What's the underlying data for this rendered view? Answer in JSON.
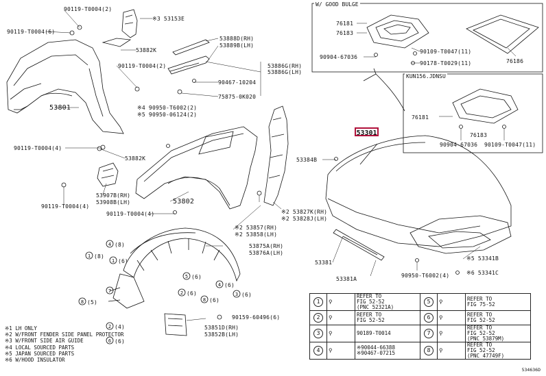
{
  "labels": {
    "l_90119_t0004_2": "90119-T0004(2)",
    "l_90119_t0004_6": "90119-T0004(6)",
    "l_53153e": "※3 53153E",
    "l_53882k_top": "53882K",
    "l_90119_t0004_2b": "90119-T0004(2)",
    "l_53801": "53801",
    "l_53888d": "53888D(RH)",
    "l_53889b": "53889B(LH)",
    "l_53886g_rh": "53886G(RH)",
    "l_53886g_lh": "53886G(LH)",
    "l_90467": "90467-10204",
    "l_75875": "75875-0K020",
    "l_4_90950": "※4 90950-T6002(2)",
    "l_5_90950": "※5 90950-06124(2)",
    "l_90119_t0004_4": "90119-T0004(4)",
    "l_53882k_mid": "53882K",
    "l_53907b": "53907B(RH)",
    "l_53908b": "53908B(LH)",
    "l_90119_t0004_4b": "90119-T0004(4)",
    "l_53802": "53802",
    "l_90119_t0004_4c": "90119-T0004(4)",
    "l_53384b": "53384B",
    "l_53827k": "※2 53827K(RH)",
    "l_53828j": "※2 53828J(LH)",
    "l_53857": "※2 53857(RH)",
    "l_53858": "※2 53858(LH)",
    "l_53875a": "53875A(RH)",
    "l_53876a": "53876A(LH)",
    "l_90159": "90159-60496(6)",
    "l_53851d": "53851D(RH)",
    "l_53852b": "53852B(LH)",
    "l_53381": "53381",
    "l_53381a": "53381A",
    "l_90950_t6002": "90950-T6002(4)",
    "l_53341b": "※5 53341B",
    "l_53341c": "※6 53341C",
    "l_76183_top": "76183",
    "l_76181_top": "76181",
    "l_90904_top": "90904-67036",
    "l_90109_top": "90109-T0047(11)",
    "l_90178": "90178-T0029(11)",
    "l_76186": "76186",
    "l_76181_mid": "76181",
    "l_76183_mid": "76183",
    "l_90904_mid": "90904-67036",
    "l_90109_mid": "90109-T0047(11)",
    "l_c4_8": "(8)",
    "l_c1_8": "(8)",
    "l_c5_6": "(6)",
    "l_c4_6": "(6)",
    "l_c2_6": "(6)",
    "l_c8_5": "(5)",
    "l_c3_6": "(6)",
    "l_c2_4": "(4)",
    "l_c2_6b": "(6)",
    "l_c1_6": "(6)",
    "l_c8_6": "(6)"
  },
  "main_part": "53301",
  "variants": {
    "wood_bulge": "W/ GOOD BULGE",
    "kun156": "KUN156.JDNSU"
  },
  "notes": [
    "※1 LH ONLY",
    "※2 W/FRONT FENDER SIDE PANEL PROTECTOR",
    "※3 W/FRONT SIDE AIR GUIDE",
    "※4 LOCAL SOURCED PARTS",
    "※5 JAPAN SOURCED PARTS",
    "※6 W/HOOD INSULATOR"
  ],
  "ref_table": {
    "left": [
      {
        "num": "1",
        "line1": "REFER TO",
        "line2": "FIG 52-52",
        "line3": "(PNC 52321A)"
      },
      {
        "num": "2",
        "line1": "REFER TO",
        "line2": "FIG 52-52",
        "line3": ""
      },
      {
        "num": "3",
        "line1": "90189-T0014",
        "line2": "",
        "line3": ""
      },
      {
        "num": "4",
        "line1": "※90044-66388",
        "line2": "※90467-07215",
        "line3": ""
      }
    ],
    "right": [
      {
        "num": "5",
        "line1": "REFER TO",
        "line2": "FIG 75-52",
        "line3": ""
      },
      {
        "num": "6",
        "line1": "REFER TO",
        "line2": "FIG 52-52",
        "line3": ""
      },
      {
        "num": "7",
        "line1": "REFER TO",
        "line2": "FIG 52-52",
        "line3": "(PNC 53879M)"
      },
      {
        "num": "8",
        "line1": "REFER TO",
        "line2": "FIG 52-52",
        "line3": "(PNC 47749F)"
      }
    ]
  },
  "figure_id": "534636D"
}
